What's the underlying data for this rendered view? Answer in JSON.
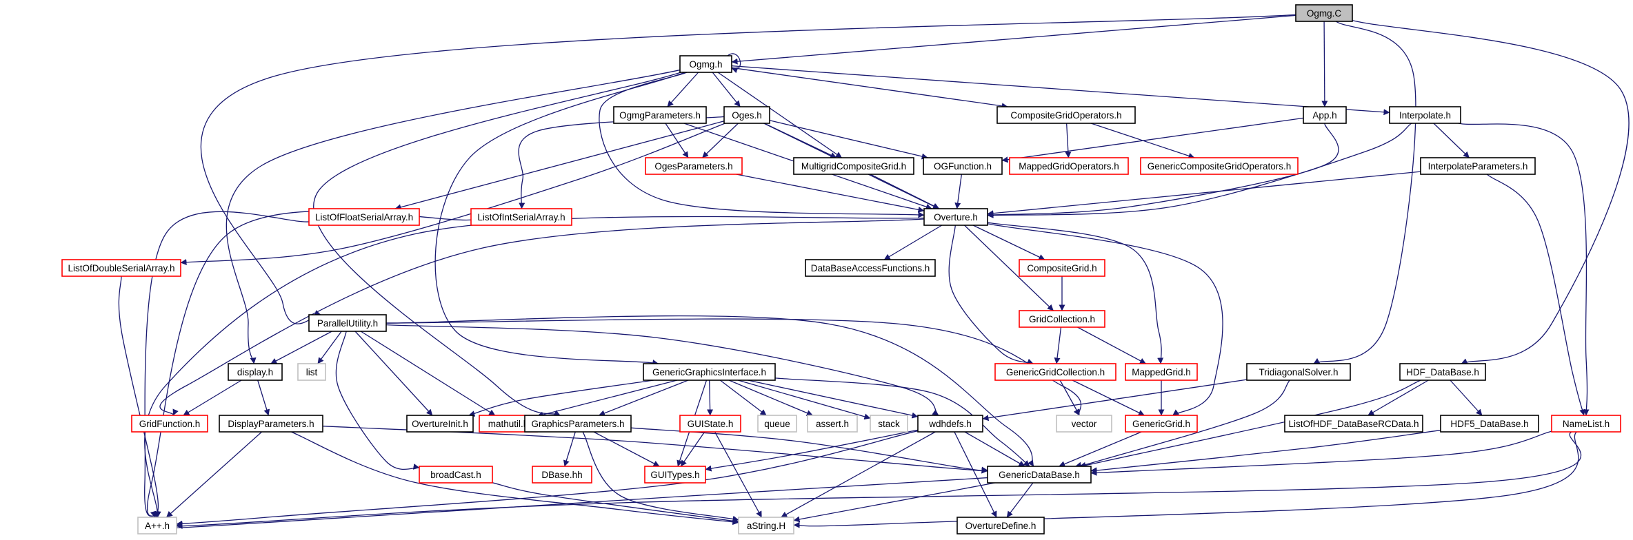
{
  "diagram": {
    "colors": {
      "edge": "#191970",
      "normal_border": "#000000",
      "red_border": "#ff0000",
      "gray_border": "#bfbfbf",
      "root_fill": "#bfbfbf",
      "fill": "#ffffff"
    },
    "nodes": [
      {
        "id": "ogmg_c",
        "label": "Ogmg.C",
        "style": "root"
      },
      {
        "id": "ogmg_h",
        "label": "Ogmg.h",
        "style": "normal"
      },
      {
        "id": "app_h",
        "label": "App.h",
        "style": "normal"
      },
      {
        "id": "interpolate_h",
        "label": "Interpolate.h",
        "style": "normal"
      },
      {
        "id": "ogmgparameters_h",
        "label": "OgmgParameters.h",
        "style": "normal"
      },
      {
        "id": "oges_h",
        "label": "Oges.h",
        "style": "normal"
      },
      {
        "id": "compositegridoperators_h",
        "label": "CompositeGridOperators.h",
        "style": "normal"
      },
      {
        "id": "ogesparameters_h",
        "label": "OgesParameters.h",
        "style": "red"
      },
      {
        "id": "multigridcompositegrid_h",
        "label": "MultigridCompositeGrid.h",
        "style": "normal"
      },
      {
        "id": "ogfunction_h",
        "label": "OGFunction.h",
        "style": "normal"
      },
      {
        "id": "mappedgridoperators_h",
        "label": "MappedGridOperators.h",
        "style": "red"
      },
      {
        "id": "genericcompositegridoperators_h",
        "label": "GenericCompositeGridOperators.h",
        "style": "red"
      },
      {
        "id": "interpolateparameters_h",
        "label": "InterpolateParameters.h",
        "style": "normal"
      },
      {
        "id": "listoffloatserialarray_h",
        "label": "ListOfFloatSerialArray.h",
        "style": "red"
      },
      {
        "id": "listofintserialarray_h",
        "label": "ListOfIntSerialArray.h",
        "style": "red"
      },
      {
        "id": "overture_h",
        "label": "Overture.h",
        "style": "normal"
      },
      {
        "id": "listofdoubleserialarray_h",
        "label": "ListOfDoubleSerialArray.h",
        "style": "red"
      },
      {
        "id": "databaseaccessfunctions_h",
        "label": "DataBaseAccessFunctions.h",
        "style": "normal"
      },
      {
        "id": "compositegrid_h",
        "label": "CompositeGrid.h",
        "style": "red"
      },
      {
        "id": "gridcollection_h",
        "label": "GridCollection.h",
        "style": "red"
      },
      {
        "id": "parallelutility_h",
        "label": "ParallelUtility.h",
        "style": "normal"
      },
      {
        "id": "display_h",
        "label": "display.h",
        "style": "normal"
      },
      {
        "id": "list",
        "label": "list",
        "style": "gray"
      },
      {
        "id": "genericgraphicsinterface_h",
        "label": "GenericGraphicsInterface.h",
        "style": "normal"
      },
      {
        "id": "genericgridcollection_h",
        "label": "GenericGridCollection.h",
        "style": "red"
      },
      {
        "id": "mappedgrid_h",
        "label": "MappedGrid.h",
        "style": "red"
      },
      {
        "id": "tridiagonalsolver_h",
        "label": "TridiagonalSolver.h",
        "style": "normal"
      },
      {
        "id": "hdf_database_h",
        "label": "HDF_DataBase.h",
        "style": "normal"
      },
      {
        "id": "gridfunction_h",
        "label": "GridFunction.h",
        "style": "red"
      },
      {
        "id": "displayparameters_h",
        "label": "DisplayParameters.h",
        "style": "normal"
      },
      {
        "id": "overtureinit_h",
        "label": "OvertureInit.h",
        "style": "normal"
      },
      {
        "id": "mathutil_h",
        "label": "mathutil.h",
        "style": "red"
      },
      {
        "id": "graphicsparameters_h",
        "label": "GraphicsParameters.h",
        "style": "normal"
      },
      {
        "id": "guistate_h",
        "label": "GUIState.h",
        "style": "red"
      },
      {
        "id": "queue",
        "label": "queue",
        "style": "gray"
      },
      {
        "id": "assert_h",
        "label": "assert.h",
        "style": "gray"
      },
      {
        "id": "stack",
        "label": "stack",
        "style": "gray"
      },
      {
        "id": "wdhdefs_h",
        "label": "wdhdefs.h",
        "style": "normal"
      },
      {
        "id": "vector",
        "label": "vector",
        "style": "gray"
      },
      {
        "id": "genericgrid_h",
        "label": "GenericGrid.h",
        "style": "red"
      },
      {
        "id": "listofhdf_databasercdata_h",
        "label": "ListOfHDF_DataBaseRCData.h",
        "style": "normal"
      },
      {
        "id": "hdf5_database_h",
        "label": "HDF5_DataBase.h",
        "style": "normal"
      },
      {
        "id": "namelist_h",
        "label": "NameList.h",
        "style": "red"
      },
      {
        "id": "broadcast_h",
        "label": "broadCast.h",
        "style": "red"
      },
      {
        "id": "dbase_hh",
        "label": "DBase.hh",
        "style": "red"
      },
      {
        "id": "guitypes_h",
        "label": "GUITypes.h",
        "style": "red"
      },
      {
        "id": "genericdatabase_h",
        "label": "GenericDataBase.h",
        "style": "normal"
      },
      {
        "id": "a_pp_h",
        "label": "A++.h",
        "style": "gray"
      },
      {
        "id": "astring_h",
        "label": "aString.H",
        "style": "gray"
      },
      {
        "id": "overturedefine_h",
        "label": "OvertureDefine.h",
        "style": "normal"
      }
    ],
    "edges": [
      [
        "ogmg_c",
        "ogmg_h"
      ],
      [
        "ogmg_c",
        "app_h"
      ],
      [
        "ogmg_c",
        "parallelutility_h"
      ],
      [
        "ogmg_c",
        "tridiagonalsolver_h"
      ],
      [
        "ogmg_c",
        "hdf_database_h"
      ],
      [
        "ogmg_h",
        "ogmg_h"
      ],
      [
        "ogmg_h",
        "ogmgparameters_h"
      ],
      [
        "ogmg_h",
        "oges_h"
      ],
      [
        "ogmg_h",
        "compositegridoperators_h"
      ],
      [
        "ogmg_h",
        "interpolate_h"
      ],
      [
        "ogmg_h",
        "multigridcompositegrid_h"
      ],
      [
        "ogmg_h",
        "overture_h"
      ],
      [
        "ogmg_h",
        "display_h"
      ],
      [
        "ogmg_h",
        "genericgraphicsinterface_h"
      ],
      [
        "ogmg_h",
        "graphicsparameters_h"
      ],
      [
        "ogmgparameters_h",
        "ogesparameters_h"
      ],
      [
        "ogmgparameters_h",
        "overture_h"
      ],
      [
        "oges_h",
        "ogesparameters_h"
      ],
      [
        "oges_h",
        "multigridcompositegrid_h"
      ],
      [
        "oges_h",
        "ogfunction_h"
      ],
      [
        "oges_h",
        "overture_h"
      ],
      [
        "oges_h",
        "listoffloatserialarray_h"
      ],
      [
        "oges_h",
        "listofintserialarray_h"
      ],
      [
        "oges_h",
        "listofdoubleserialarray_h"
      ],
      [
        "compositegridoperators_h",
        "mappedgridoperators_h"
      ],
      [
        "compositegridoperators_h",
        "genericcompositegridoperators_h"
      ],
      [
        "app_h",
        "ogfunction_h"
      ],
      [
        "app_h",
        "overture_h"
      ],
      [
        "interpolate_h",
        "interpolateparameters_h"
      ],
      [
        "interpolate_h",
        "overture_h"
      ],
      [
        "interpolate_h",
        "namelist_h"
      ],
      [
        "interpolateparameters_h",
        "overture_h"
      ],
      [
        "interpolateparameters_h",
        "namelist_h"
      ],
      [
        "ogesparameters_h",
        "overture_h"
      ],
      [
        "multigridcompositegrid_h",
        "overture_h"
      ],
      [
        "ogfunction_h",
        "overture_h"
      ],
      [
        "listoffloatserialarray_h",
        "a_pp_h"
      ],
      [
        "listofintserialarray_h",
        "a_pp_h"
      ],
      [
        "listofdoubleserialarray_h",
        "a_pp_h"
      ],
      [
        "overture_h",
        "databaseaccessfunctions_h"
      ],
      [
        "overture_h",
        "compositegrid_h"
      ],
      [
        "overture_h",
        "gridcollection_h"
      ],
      [
        "overture_h",
        "genericgridcollection_h"
      ],
      [
        "overture_h",
        "mappedgrid_h"
      ],
      [
        "overture_h",
        "genericgrid_h"
      ],
      [
        "overture_h",
        "gridfunction_h"
      ],
      [
        "overture_h",
        "a_pp_h"
      ],
      [
        "compositegrid_h",
        "gridcollection_h"
      ],
      [
        "gridcollection_h",
        "genericgridcollection_h"
      ],
      [
        "gridcollection_h",
        "mappedgrid_h"
      ],
      [
        "genericgridcollection_h",
        "genericgrid_h"
      ],
      [
        "genericgridcollection_h",
        "vector"
      ],
      [
        "mappedgrid_h",
        "genericgrid_h"
      ],
      [
        "parallelutility_h",
        "display_h"
      ],
      [
        "parallelutility_h",
        "list"
      ],
      [
        "parallelutility_h",
        "overtureinit_h"
      ],
      [
        "parallelutility_h",
        "mathutil_h"
      ],
      [
        "parallelutility_h",
        "broadcast_h"
      ],
      [
        "parallelutility_h",
        "wdhdefs_h"
      ],
      [
        "parallelutility_h",
        "genericdatabase_h"
      ],
      [
        "parallelutility_h",
        "vector"
      ],
      [
        "display_h",
        "gridfunction_h"
      ],
      [
        "display_h",
        "displayparameters_h"
      ],
      [
        "displayparameters_h",
        "a_pp_h"
      ],
      [
        "displayparameters_h",
        "astring_h"
      ],
      [
        "displayparameters_h",
        "genericdatabase_h"
      ],
      [
        "genericgraphicsinterface_h",
        "overtureinit_h"
      ],
      [
        "genericgraphicsinterface_h",
        "mathutil_h"
      ],
      [
        "genericgraphicsinterface_h",
        "graphicsparameters_h"
      ],
      [
        "genericgraphicsinterface_h",
        "guitypes_h"
      ],
      [
        "genericgraphicsinterface_h",
        "guistate_h"
      ],
      [
        "genericgraphicsinterface_h",
        "queue"
      ],
      [
        "genericgraphicsinterface_h",
        "assert_h"
      ],
      [
        "genericgraphicsinterface_h",
        "stack"
      ],
      [
        "genericgraphicsinterface_h",
        "wdhdefs_h"
      ],
      [
        "genericgraphicsinterface_h",
        "genericdatabase_h"
      ],
      [
        "graphicsparameters_h",
        "dbase_hh"
      ],
      [
        "graphicsparameters_h",
        "guitypes_h"
      ],
      [
        "graphicsparameters_h",
        "astring_h"
      ],
      [
        "graphicsparameters_h",
        "genericdatabase_h"
      ],
      [
        "guistate_h",
        "guitypes_h"
      ],
      [
        "guistate_h",
        "astring_h"
      ],
      [
        "wdhdefs_h",
        "guitypes_h"
      ],
      [
        "wdhdefs_h",
        "a_pp_h"
      ],
      [
        "wdhdefs_h",
        "astring_h"
      ],
      [
        "wdhdefs_h",
        "overturedefine_h"
      ],
      [
        "wdhdefs_h",
        "genericdatabase_h"
      ],
      [
        "tridiagonalsolver_h",
        "wdhdefs_h"
      ],
      [
        "tridiagonalsolver_h",
        "genericdatabase_h"
      ],
      [
        "hdf_database_h",
        "listofhdf_databasercdata_h"
      ],
      [
        "hdf_database_h",
        "hdf5_database_h"
      ],
      [
        "hdf_database_h",
        "genericdatabase_h"
      ],
      [
        "hdf5_database_h",
        "genericdatabase_h"
      ],
      [
        "namelist_h",
        "genericdatabase_h"
      ],
      [
        "namelist_h",
        "a_pp_h"
      ],
      [
        "namelist_h",
        "astring_h"
      ],
      [
        "genericgrid_h",
        "genericdatabase_h"
      ],
      [
        "broadcast_h",
        "astring_h"
      ],
      [
        "genericdatabase_h",
        "a_pp_h"
      ],
      [
        "genericdatabase_h",
        "astring_h"
      ],
      [
        "genericdatabase_h",
        "overturedefine_h"
      ]
    ]
  }
}
